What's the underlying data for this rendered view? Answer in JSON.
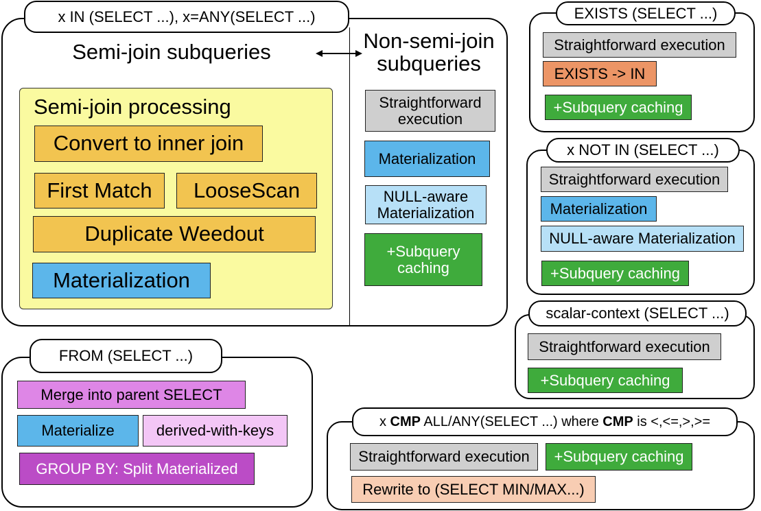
{
  "semijoin_group": {
    "tag": "x IN (SELECT ...), x=ANY(SELECT ...)",
    "left_title": "Semi-join subqueries",
    "right_title": "Non-semi-join\nsubqueries",
    "processing": {
      "title": "Semi-join processing",
      "convert": "Convert to inner join",
      "first_match": "First Match",
      "loosescan": "LooseScan",
      "weedout": "Duplicate Weedout",
      "materialization": "Materialization"
    },
    "non_semijoin": {
      "straightforward": "Straightforward\nexecution",
      "materialization": "Materialization",
      "null_aware": "NULL-aware\nMaterialization",
      "caching": "+Subquery\ncaching"
    }
  },
  "exists_group": {
    "tag": "EXISTS (SELECT ...)",
    "straightforward": "Straightforward execution",
    "exists_in": "EXISTS -> IN",
    "caching": "+Subquery caching"
  },
  "not_in_group": {
    "tag": "x NOT IN (SELECT ...)",
    "straightforward": "Straightforward execution",
    "materialization": "Materialization",
    "null_aware": "NULL-aware Materialization",
    "caching": "+Subquery caching"
  },
  "scalar_group": {
    "tag": "scalar-context (SELECT ...)",
    "straightforward": "Straightforward execution",
    "caching": "+Subquery caching"
  },
  "from_group": {
    "tag": "FROM (SELECT ...)",
    "merge": "Merge into parent SELECT",
    "materialize": "Materialize",
    "derived_keys": "derived-with-keys",
    "group_by": "GROUP BY: Split Materialized"
  },
  "cmp_group": {
    "tag_prefix": "x ",
    "tag_cmp1": "CMP",
    "tag_mid": " ALL/ANY(SELECT ...) where ",
    "tag_cmp2": "CMP",
    "tag_suffix": " is <,<=,>,>=",
    "straightforward": "Straightforward execution",
    "caching": "+Subquery caching",
    "rewrite": "Rewrite to (SELECT MIN/MAX...)"
  }
}
